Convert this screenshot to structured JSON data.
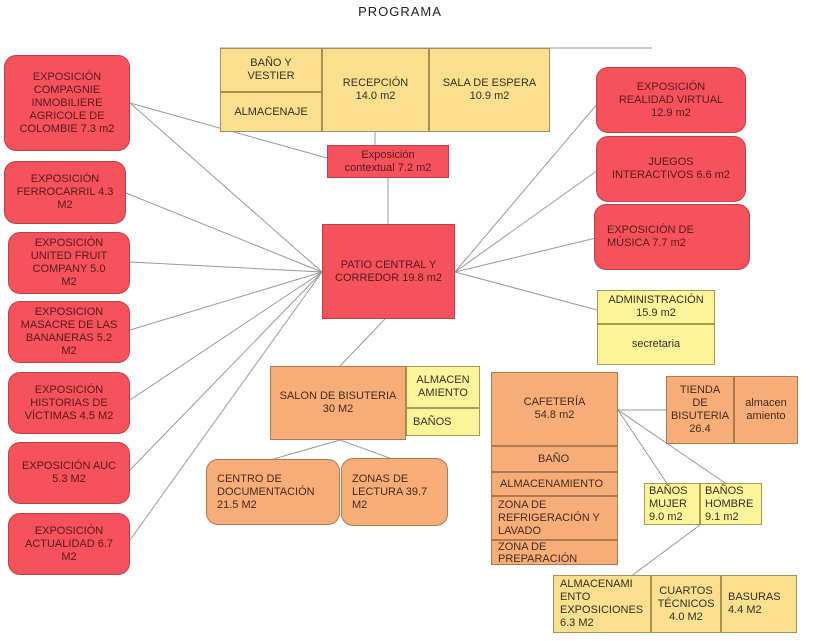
{
  "title": "PROGRAMA",
  "nodes": {
    "bano_vestier": "BAÑO Y\nVESTIER",
    "almacenaje": "ALMACENAJE",
    "recepcion": "RECEPCIÓN\n14.0 m2",
    "sala_espera": "SALA DE ESPERA\n10.9 m2",
    "exp_contextual": "Exposición\ncontextual 7.2 m2",
    "patio_central": "PATIO CENTRAL Y\nCORREDOR 19.8 m2",
    "exp_compagnie": "EXPOSICIÓN\nCOMPAGNIE\nINMOBILIERE\nAGRICOLE DE\nCOLOMBIE 7.3 m2",
    "exp_ferrocarril": "EXPOSICIÓN\nFERROCARRIL 4.3\nM2",
    "exp_united_fruit": "EXPOSICIÓN\nUNITED FRUIT\nCOMPANY 5.0\nM2",
    "exp_masacre": "EXPOSICION\nMASACRE DE LAS\nBANANERAS 5.2\nM2",
    "exp_historias": "EXPOSICIÓN\nHISTORIAS DE\nVÍCTIMAS 4.5 M2",
    "exp_auc": "EXPOSICIÓN AUC\n5.3 M2",
    "exp_actualidad": "EXPOSICIÓN\nACTUALIDAD 6.7\nM2",
    "exp_realidad_virtual": "EXPOSICIÓN\nREALIDAD VIRTUAL\n12.9 m2",
    "juegos_interactivos": "JUEGOS\nINTERACTIVOS 6.6 m2",
    "exp_musica": "EXPOSICIÓN DE\nMÚSICA 7.7 m2",
    "administracion": "ADMINISTRACIÓN\n15.9 m2",
    "secretaria": "secretaria",
    "salon_bisuteria": "SALON DE BISUTERIA\n30 M2",
    "almacenamiento_bis": "ALMACEN\nAMIENTO",
    "banos_bis": "BAÑOS",
    "centro_documentacion": "CENTRO DE\nDOCUMENTACIÓN\n21.5 M2",
    "zonas_lectura": "ZONAS DE\nLECTURA 39.7\nM2",
    "cafeteria": "CAFETERÍA\n54.8 m2",
    "bano_cafe": "BAÑO",
    "almacenamiento_cafe": "ALMACENAMIENTO",
    "zona_refrigeracion": "ZONA DE\nREFRIGERACIÓN Y\nLAVADO",
    "zona_preparacion": "ZONA DE\nPREPARACIÓN",
    "tienda_bisuteria": "TIENDA\nDE\nBISUTERIA\n26.4",
    "almacenamiento_tienda": "almacen\namiento",
    "banos_mujer": "BAÑOS\nMUJER\n9.0 m2",
    "banos_hombre": "BAÑOS\nHOMBRE\n9.1 m2",
    "almacenamiento_exposiciones": "ALMACENAMI\nENTO\nEXPOSICIONES\n6.3 M2",
    "cuartos_tecnicos": "CUARTOS\nTÉCNICOS\n4.0 M2",
    "basuras": "BASURAS\n4.4 M2"
  },
  "colors": {
    "red": "#f5525c",
    "yellow": "#f9df8e",
    "light_yellow": "#fbf49a",
    "orange": "#f7ad78",
    "connector": "#9a9a9a"
  }
}
